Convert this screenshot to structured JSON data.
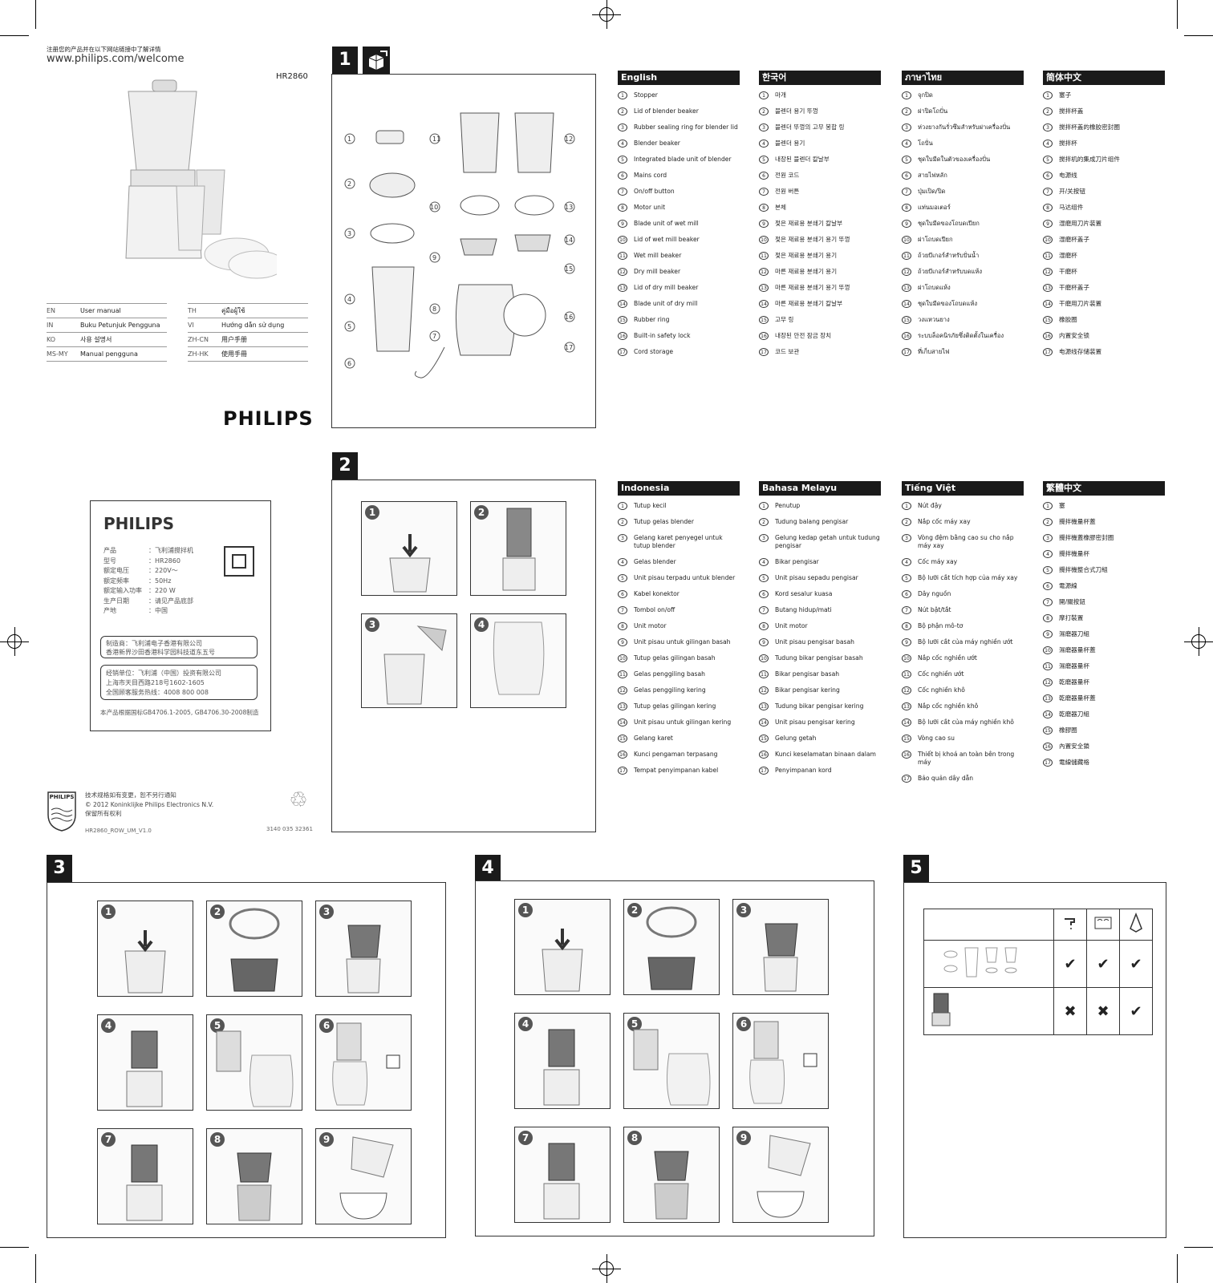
{
  "cover": {
    "register_note": "注册您的产品并在以下网站链接中了解详情",
    "url": "www.philips.com/welcome",
    "model": "HR2860",
    "brand": "PHILIPS",
    "manuals": [
      {
        "code": "EN",
        "title": "User manual"
      },
      {
        "code": "IN",
        "title": "Buku Petunjuk Pengguna"
      },
      {
        "code": "KO",
        "title": "사용 설명서"
      },
      {
        "code": "MS-MY",
        "title": "Manual pengguna"
      }
    ],
    "manuals_right": [
      {
        "code": "TH",
        "title": "คู่มือผู้ใช้"
      },
      {
        "code": "VI",
        "title": "Hướng dẫn sử dụng"
      },
      {
        "code": "ZH-CN",
        "title": "用户手册"
      },
      {
        "code": "ZH-HK",
        "title": "使用手冊"
      }
    ]
  },
  "label": {
    "brand": "PHILIPS",
    "specs": [
      {
        "k": "产品",
        "v": "飞利浦搅拌机"
      },
      {
        "k": "型号",
        "v": "HR2860"
      },
      {
        "k": "额定电压",
        "v": "220V～"
      },
      {
        "k": "额定频率",
        "v": "50Hz"
      },
      {
        "k": "额定输入功率",
        "v": "220 W"
      },
      {
        "k": "生产日期",
        "v": "请见产品底部"
      },
      {
        "k": "产地",
        "v": "中国"
      }
    ],
    "maker_l1": "制造商：飞利浦电子香港有限公司",
    "maker_l2": "香港新界沙田香港科学园科技道东五号",
    "dist_l1": "经销单位：飞利浦（中国）投资有限公司",
    "dist_l2": "上海市天目西路218号1602-1605",
    "dist_l3": "全国顾客服务热线：4008 800 008",
    "standard": "本产品根据国标GB4706.1-2005, GB4706.30-2008制造"
  },
  "footer": {
    "logo": "PHILIPS",
    "note": "技术规格如有变更，恕不另行通知",
    "copyright": "© 2012 Koninklijke Philips Electronics N.V.",
    "rights": "保留所有权利",
    "doc_code": "HR2860_ROW_UM_V1.0",
    "doc_number": "3140 035 32361"
  },
  "sections": {
    "s1": "1",
    "s2": "2",
    "s3": "3",
    "s4": "4",
    "s5": "5"
  },
  "panel_numbers": [
    "1",
    "2",
    "3",
    "4",
    "5",
    "6",
    "7",
    "8",
    "9"
  ],
  "langs_top": [
    {
      "name": "English",
      "items": [
        "Stopper",
        "Lid of blender beaker",
        "Rubber sealing ring for blender lid",
        "Blender beaker",
        "Integrated blade unit of blender",
        "Mains cord",
        "On/off button",
        "Motor unit",
        "Blade unit of wet mill",
        "Lid of wet mill beaker",
        "Wet mill beaker",
        "Dry mill beaker",
        "Lid of dry mill beaker",
        "Blade unit of dry mill",
        "Rubber ring",
        "Built-in safety lock",
        "Cord storage"
      ]
    },
    {
      "name": "한국어",
      "items": [
        "마개",
        "블렌더 용기 뚜껑",
        "블렌더 뚜껑의 고무 봉합 링",
        "블렌더 용기",
        "내장된 블렌더 칼날부",
        "전원 코드",
        "전원 버튼",
        "본체",
        "젖은 재료용 분쇄기 칼날부",
        "젖은 재료용 분쇄기 용기 뚜껑",
        "젖은 재료용 분쇄기 용기",
        "마른 재료용 분쇄기 용기",
        "마른 재료용 분쇄기 용기 뚜껑",
        "마른 재료용 분쇄기 칼날부",
        "고무 링",
        "내장된 안전 잠금 장치",
        "코드 보관"
      ]
    },
    {
      "name": "ภาษาไทย",
      "items": [
        "จุกปิด",
        "ฝาปิดโถปั่น",
        "ห่วงยางกันรั่วซึมสำหรับฝาเครื่องปั่น",
        "โถปั่น",
        "ชุดใบมีดในตัวของเครื่องปั่น",
        "สายไฟหลัก",
        "ปุ่มเปิด/ปิด",
        "แท่นมอเตอร์",
        "ชุดใบมีดของโถบดเปียก",
        "ฝาโถบดเปียก",
        "ถ้วยบีเกอร์สำหรับปั่นน้ำ",
        "ถ้วยบีเกอร์สำหรับบดแห้ง",
        "ฝาโถบดแห้ง",
        "ชุดใบมีดของโถบดแห้ง",
        "วงแหวนยาง",
        "ระบบล็อคนิรภัยซึ่งติดตั้งในเครื่อง",
        "ที่เก็บสายไฟ"
      ]
    },
    {
      "name": "简体中文",
      "items": [
        "塞子",
        "搅拌杯盖",
        "搅拌杯盖的橡胶密封圈",
        "搅拌杯",
        "搅拌机的集成刀片组件",
        "电源线",
        "开/关按钮",
        "马达组件",
        "湿磨用刀片装置",
        "湿磨杯盖子",
        "湿磨杯",
        "干磨杯",
        "干磨杯盖子",
        "干磨用刀片装置",
        "橡胶圈",
        "内置安全锁",
        "电源线存储装置"
      ]
    }
  ],
  "langs_bottom": [
    {
      "name": "Indonesia",
      "items": [
        "Tutup kecil",
        "Tutup gelas blender",
        "Gelang karet penyegel untuk tutup blender",
        "Gelas blender",
        "Unit pisau terpadu untuk blender",
        "Kabel konektor",
        "Tombol on/off",
        "Unit motor",
        "Unit pisau untuk gilingan basah",
        "Tutup gelas gilingan basah",
        "Gelas penggiling basah",
        "Gelas penggiling kering",
        "Tutup gelas gilingan kering",
        "Unit pisau untuk gilingan kering",
        "Gelang karet",
        "Kunci pengaman terpasang",
        "Tempat penyimpanan kabel"
      ]
    },
    {
      "name": "Bahasa Melayu",
      "items": [
        "Penutup",
        "Tudung balang pengisar",
        "Gelung kedap getah untuk tudung pengisar",
        "Bikar pengisar",
        "Unit pisau sepadu pengisar",
        "Kord sesalur kuasa",
        "Butang hidup/mati",
        "Unit motor",
        "Unit pisau pengisar basah",
        "Tudung bikar pengisar basah",
        "Bikar pengisar basah",
        "Bikar pengisar kering",
        "Tudung bikar pengisar kering",
        "Unit pisau pengisar kering",
        "Gelung getah",
        "Kunci keselamatan binaan dalam",
        "Penyimpanan kord"
      ]
    },
    {
      "name": "Tiếng Việt",
      "items": [
        "Nút đậy",
        "Nắp cốc máy xay",
        "Vòng đệm bằng cao su cho nắp máy xay",
        "Cốc máy xay",
        "Bộ lưỡi cắt tích hợp của máy xay",
        "Dây nguồn",
        "Nút bật/tắt",
        "Bộ phận mô-tơ",
        "Bộ lưỡi cắt của máy nghiền ướt",
        "Nắp cốc nghiền ướt",
        "Cốc nghiền ướt",
        "Cốc nghiền khô",
        "Nắp cốc nghiền khô",
        "Bộ lưỡi cắt của máy nghiền khô",
        "Vòng cao su",
        "Thiết bị khoá an toàn bên trong máy",
        "Bảo quản dây dẫn"
      ]
    },
    {
      "name": "繁體中文",
      "items": [
        "塞",
        "攪拌機量杯蓋",
        "攪拌機蓋橡膠密封圈",
        "攪拌機量杯",
        "攪拌機整合式刀組",
        "電源線",
        "開/關按鈕",
        "摩打裝置",
        "濕磨器刀組",
        "濕磨器量杯蓋",
        "濕磨器量杯",
        "乾磨器量杯",
        "乾磨器量杯蓋",
        "乾磨器刀組",
        "橡膠圈",
        "內置安全鎖",
        "電線儲藏格"
      ]
    }
  ],
  "clean_table": {
    "icons": [
      "tap-icon",
      "dishwasher-icon",
      "blade-icon"
    ],
    "rows": [
      {
        "item": "blender-parts",
        "marks": [
          "✔",
          "✔",
          "✔"
        ]
      },
      {
        "item": "motor-unit",
        "marks": [
          "✖",
          "✖",
          "✔"
        ]
      }
    ]
  }
}
